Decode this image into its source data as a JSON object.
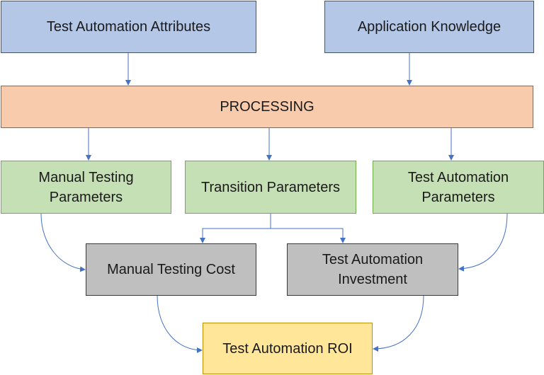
{
  "nodes": {
    "attributes": "Test Automation Attributes",
    "knowledge": "Application Knowledge",
    "processing": "PROCESSING",
    "manual_params": "Manual Testing\nParameters",
    "transition_params": "Transition Parameters",
    "auto_params": "Test Automation\nParameters",
    "manual_cost": "Manual Testing Cost",
    "auto_investment": "Test Automation\nInvestment",
    "roi": "Test Automation ROI"
  },
  "colors": {
    "input_fill": "#b4c7e7",
    "processing_fill": "#f8cbad",
    "parameter_fill": "#c5e0b4",
    "cost_fill": "#bfbfbf",
    "roi_fill": "#ffe699",
    "connector": "#4472c4"
  }
}
